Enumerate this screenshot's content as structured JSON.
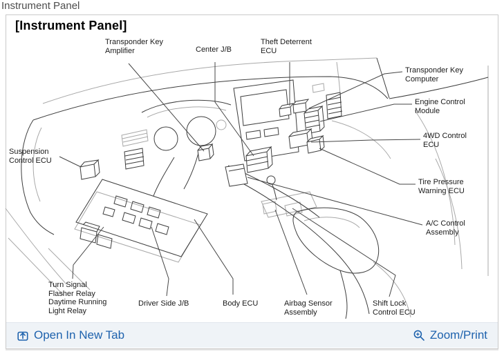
{
  "page": {
    "title": "Instrument Panel"
  },
  "panel": {
    "heading": "[Instrument Panel]"
  },
  "toolbar": {
    "open_label": "Open In New Tab",
    "zoom_label": "Zoom/Print",
    "open_icon": "open-in-new-tab-icon",
    "zoom_icon": "magnifier-plus-icon",
    "link_color": "#1e62ad",
    "background": "#eff3f7"
  },
  "diagram": {
    "type": "component-location-line-drawing",
    "line_color": "#3c3c3c",
    "secondary_line_color": "#a8a8a8",
    "labels": [
      {
        "id": "transponder-key-amplifier",
        "lines": [
          "Transponder Key",
          "Amplifier"
        ]
      },
      {
        "id": "center-jb",
        "lines": [
          "Center J/B"
        ]
      },
      {
        "id": "theft-deterrent-ecu",
        "lines": [
          "Theft Deterrent",
          "ECU"
        ]
      },
      {
        "id": "transponder-key-computer",
        "lines": [
          "Transponder Key",
          "Computer"
        ]
      },
      {
        "id": "engine-control-module",
        "lines": [
          "Engine Control",
          "Module"
        ]
      },
      {
        "id": "4wd-control-ecu",
        "lines": [
          "4WD Control",
          "ECU"
        ]
      },
      {
        "id": "tire-pressure-warning-ecu",
        "lines": [
          "Tire Pressure",
          "Warning ECU"
        ]
      },
      {
        "id": "ac-control-assembly",
        "lines": [
          "A/C Control",
          "Assembly"
        ]
      },
      {
        "id": "suspension-control-ecu",
        "lines": [
          "Suspension",
          "Control ECU"
        ]
      },
      {
        "id": "turn-signal-flasher-relay",
        "lines": [
          "Turn Signal",
          "Flasher Relay",
          "Daytime Running",
          "Light Relay"
        ]
      },
      {
        "id": "driver-side-jb",
        "lines": [
          "Driver Side J/B"
        ]
      },
      {
        "id": "body-ecu",
        "lines": [
          "Body ECU"
        ]
      },
      {
        "id": "airbag-sensor-assembly",
        "lines": [
          "Airbag Sensor",
          "Assembly"
        ]
      },
      {
        "id": "shift-lock-control-ecu",
        "lines": [
          "Shift Lock",
          "Control ECU"
        ]
      }
    ]
  }
}
